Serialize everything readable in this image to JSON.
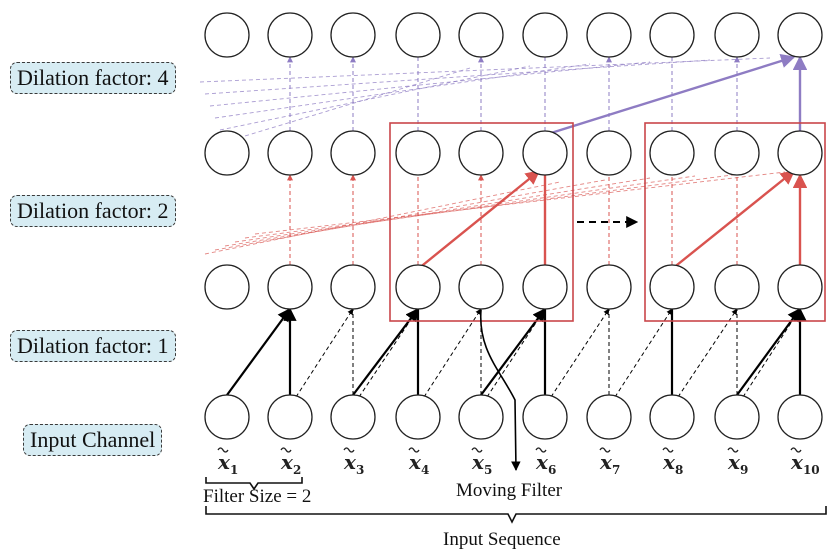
{
  "layers": {
    "dilation_4": "Dilation factor: 4",
    "dilation_2": "Dilation factor: 2",
    "dilation_1": "Dilation factor: 1",
    "input": "Input Channel"
  },
  "input_labels": [
    "1",
    "2",
    "3",
    "4",
    "5",
    "6",
    "7",
    "8",
    "9",
    "10"
  ],
  "input_symbol": "x",
  "filter_size": "Filter Size = 2",
  "moving_filter": "Moving Filter",
  "input_sequence": "Input Sequence",
  "colors": {
    "red": "#d9534f",
    "purple": "#8e7cc3",
    "box": "#c9464a",
    "label_bg": "#d7ecf3"
  }
}
